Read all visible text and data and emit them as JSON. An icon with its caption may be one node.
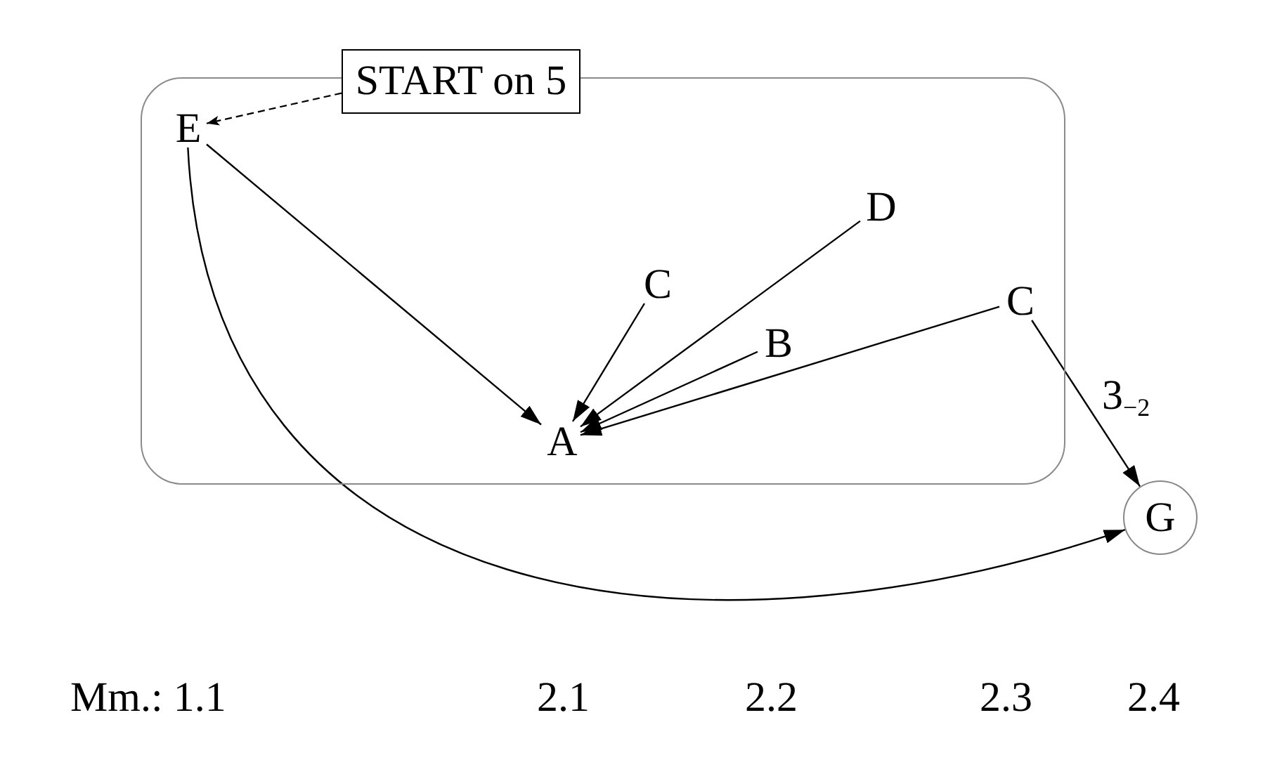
{
  "diagram": {
    "nodes": [
      {
        "text": [
          "START on 5"
        ]
      },
      {
        "text": [],
        "shape": "box"
      },
      {
        "text": [
          "E"
        ],
        "in": 1
      },
      {
        "text": [
          "D"
        ],
        "in": 1
      },
      {
        "text": [
          "C"
        ],
        "in": 1
      },
      {
        "text": [
          "C"
        ],
        "in": 1
      },
      {
        "text": [
          "B"
        ],
        "in": 1
      },
      {
        "text": [
          "A"
        ],
        "in": 1
      },
      {
        "text": [
          "G"
        ]
      }
    ],
    "edges": [
      {
        "from": 0,
        "to": 2,
        "arrow": "to",
        "style": "dashed"
      },
      {
        "from": 2,
        "to": 7,
        "arrow": "to"
      },
      {
        "from": 2,
        "to": 8,
        "arrow": "to"
      },
      {
        "from": 3,
        "to": 7,
        "arrow": "to"
      },
      {
        "from": 4,
        "to": 7,
        "arrow": "to"
      },
      {
        "from": 5,
        "to": 7,
        "arrow": "to"
      },
      {
        "from": 5,
        "to": 8,
        "arrow": "to",
        "label": "3$_{−2}$"
      },
      {
        "from": 6,
        "to": 7,
        "arrow": "to"
      }
    ],
    "labels": [
      "Mm.: 1.1",
      "2.1",
      "2.2",
      "2.3",
      "2.4"
    ]
  }
}
